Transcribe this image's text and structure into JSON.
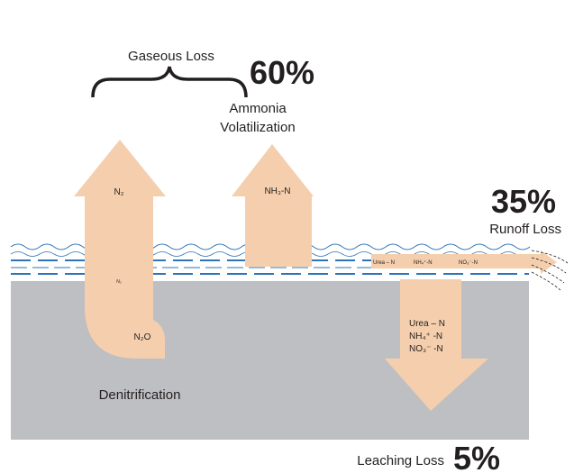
{
  "colors": {
    "arrow": "#f5cfad",
    "soil": "#bebfc2",
    "water_line": "#2f74b8",
    "wave": "#2f74b8",
    "text": "#231f20"
  },
  "gaseous": {
    "label": "Gaseous Loss",
    "percent": "60%"
  },
  "ammonia": {
    "line1": "Ammonia",
    "line2": "Volatilization",
    "arrow_label": "NH₃-N"
  },
  "n2_arrow": {
    "label": "N₂",
    "small_label": "N₂"
  },
  "n2o": {
    "label": "N₂O"
  },
  "runoff": {
    "percent": "35%",
    "label": "Runoff Loss",
    "species": [
      "Urea – N",
      "NH₄⁺-N",
      "NO₃⁻-N"
    ]
  },
  "leaching": {
    "percent": "5%",
    "label": "Leaching Loss",
    "species": [
      "Urea – N",
      "NH₄⁺ -N",
      "NO₃⁻ -N"
    ]
  },
  "denitrification": {
    "label": "Denitrification"
  }
}
